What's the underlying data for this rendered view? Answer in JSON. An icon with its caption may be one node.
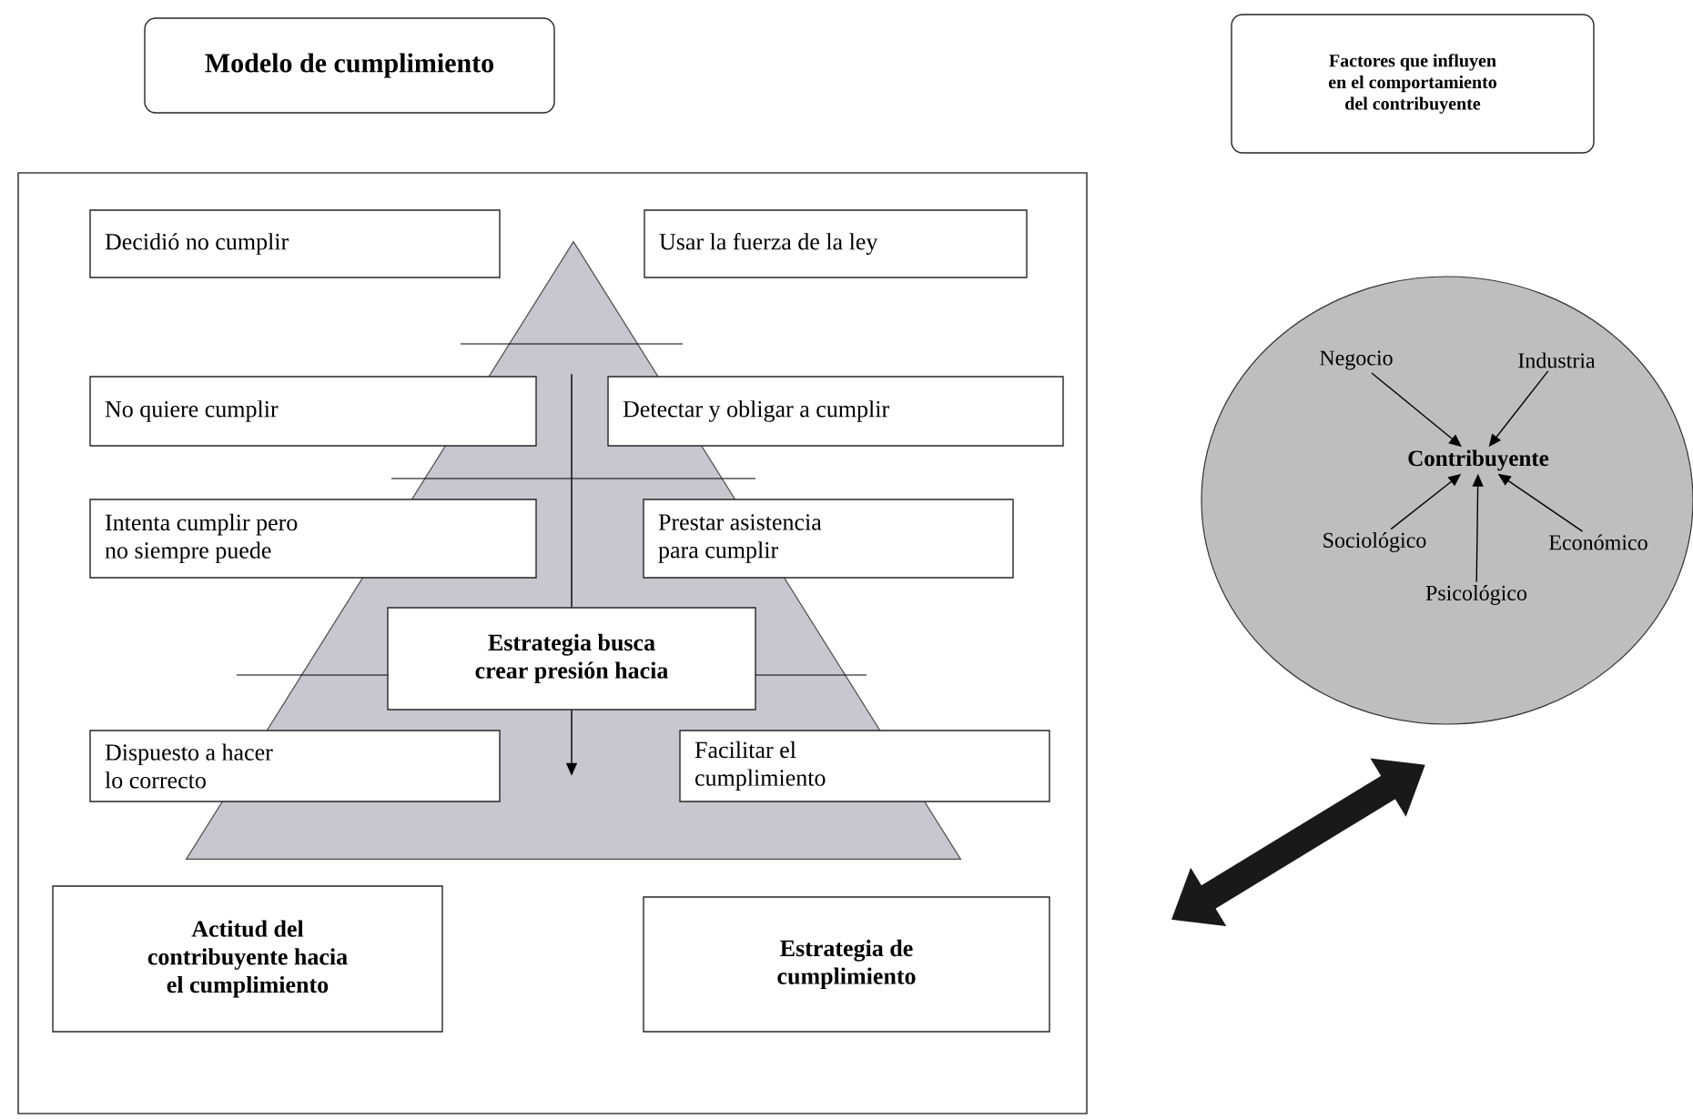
{
  "diagram": {
    "nodes": [
      {
        "text": [
          "Modelo de cumplimiento"
        ]
      },
      {
        "text": [
          "Factores que influyen en el comportamiento del contribuyente"
        ]
      },
      {
        "text": [],
        "shape": "box"
      },
      {
        "text": [],
        "shape": "triangle",
        "in": 2
      },
      {
        "text": [
          "Decidió no cumplir"
        ],
        "in": 2
      },
      {
        "text": [
          "Usar la fuerza de la ley"
        ],
        "in": 2
      },
      {
        "text": [
          "No quiere cumplir"
        ],
        "in": 2
      },
      {
        "text": [
          "Detectar y obligar a cumplir"
        ],
        "in": 2
      },
      {
        "text": [
          "Intenta cumplir pero no siempre puede"
        ],
        "in": 2
      },
      {
        "text": [
          "Prestar asistencia para cumplir"
        ],
        "in": 2
      },
      {
        "text": [
          "Estrategia busca crear presión hacia"
        ],
        "in": 3
      },
      {
        "text": [
          "Dispuesto a hacer lo correcto"
        ],
        "in": 2
      },
      {
        "text": [
          "Facilitar el cumplimiento"
        ],
        "in": 2
      },
      {
        "text": [
          "Actitud del contribuyente hacia el cumplimiento"
        ],
        "in": 2
      },
      {
        "text": [
          "Estrategia de cumplimiento"
        ],
        "in": 2
      },
      {
        "text": [],
        "shape": "circle"
      },
      {
        "text": [
          "Negocio"
        ],
        "in": 15
      },
      {
        "text": [
          "Industria"
        ],
        "in": 15
      },
      {
        "text": [
          "Contribuyente"
        ],
        "in": 15
      },
      {
        "text": [
          "Sociológico"
        ],
        "in": 15
      },
      {
        "text": [
          "Económico"
        ],
        "in": 15
      },
      {
        "text": [
          "Psicológico"
        ],
        "in": 15
      }
    ],
    "edges": [
      {
        "from": null,
        "to": 10,
        "arrow": "none"
      },
      {
        "from": 10,
        "to": null,
        "arrow": "to"
      },
      {
        "from": 16,
        "to": 18,
        "arrow": "to"
      },
      {
        "from": 17,
        "to": 18,
        "arrow": "to"
      },
      {
        "from": 19,
        "to": 18,
        "arrow": "to"
      },
      {
        "from": 20,
        "to": 18,
        "arrow": "to"
      },
      {
        "from": 21,
        "to": 18,
        "arrow": "to"
      },
      {
        "from": 2,
        "to": 15,
        "arrow": "both",
        "style": "thick"
      }
    ]
  }
}
